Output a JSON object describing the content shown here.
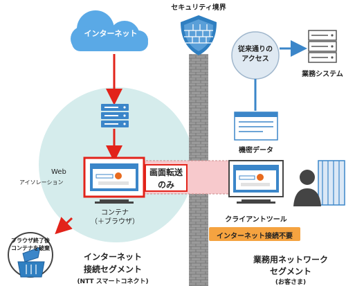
{
  "boundary": {
    "label": "セキュリティ境界"
  },
  "internet": {
    "label": "インターネット"
  },
  "legacy_access": {
    "line1": "従来通りの",
    "line2": "アクセス"
  },
  "business_system": {
    "label": "業務システム"
  },
  "confidential_data": {
    "label": "機密データ"
  },
  "isolation": {
    "line1": "Web",
    "line2": "アイソレーション"
  },
  "container": {
    "line1": "コンテナ",
    "line2": "（＋ブラウザ）"
  },
  "transfer": {
    "line1": "画面転送",
    "line2": "のみ"
  },
  "client_tool": {
    "label": "クライアントツール"
  },
  "no_internet_badge": {
    "label": "インターネット接続不要"
  },
  "discard_note": {
    "line1": "ブラウザ終了後",
    "line2": "コンテナを破棄"
  },
  "internet_segment": {
    "line1": "インターネット",
    "line2": "接続セグメント",
    "line3": "(NTT スマートコネクト)"
  },
  "business_segment": {
    "line1": "業務用ネットワーク",
    "line2": "セグメント",
    "line3": "(お客さま)"
  },
  "colors": {
    "cloud": "#5aa9e6",
    "red_arrow": "#e2231a",
    "blue": "#3b86c9",
    "teal_circle": "#d5ecec",
    "wall": "#8d8d8d",
    "pink_band": "#f7c9cc",
    "badge": "#f5a340"
  }
}
